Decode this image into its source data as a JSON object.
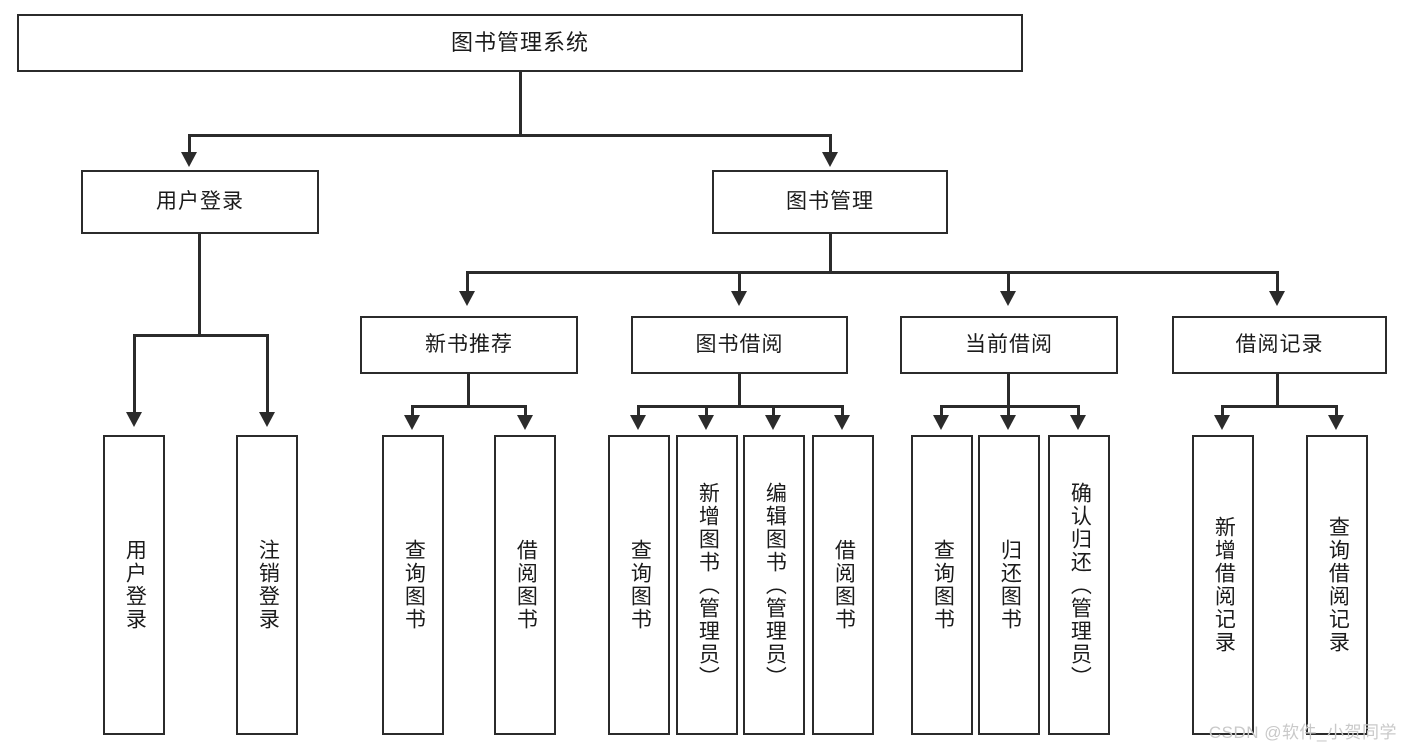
{
  "diagram": {
    "type": "tree",
    "title": "图书管理系统",
    "root": {
      "label": "图书管理系统"
    },
    "level2": [
      {
        "label": "用户登录"
      },
      {
        "label": "图书管理"
      }
    ],
    "level3": [
      {
        "label": "新书推荐"
      },
      {
        "label": "图书借阅"
      },
      {
        "label": "当前借阅"
      },
      {
        "label": "借阅记录"
      }
    ],
    "leaves": {
      "user_login": [
        {
          "label": "用户登录"
        },
        {
          "label": "注销登录"
        }
      ],
      "new_book": [
        {
          "label": "查询图书"
        },
        {
          "label": "借阅图书"
        }
      ],
      "book_borrow": [
        {
          "label": "查询图书"
        },
        {
          "label": "新增图书（管理员）"
        },
        {
          "label": "编辑图书（管理员）"
        },
        {
          "label": "借阅图书"
        }
      ],
      "current_borrow": [
        {
          "label": "查询图书"
        },
        {
          "label": "归还图书"
        },
        {
          "label": "确认归还（管理员）"
        }
      ],
      "borrow_record": [
        {
          "label": "新增借阅记录"
        },
        {
          "label": "查询借阅记录"
        }
      ]
    }
  },
  "watermark": {
    "text": "CSDN @软件_小贺同学"
  },
  "colors": {
    "stroke": "#2b2b2b",
    "background": "#ffffff",
    "text": "#1b1b1b",
    "watermark": "#c9c9c9"
  }
}
